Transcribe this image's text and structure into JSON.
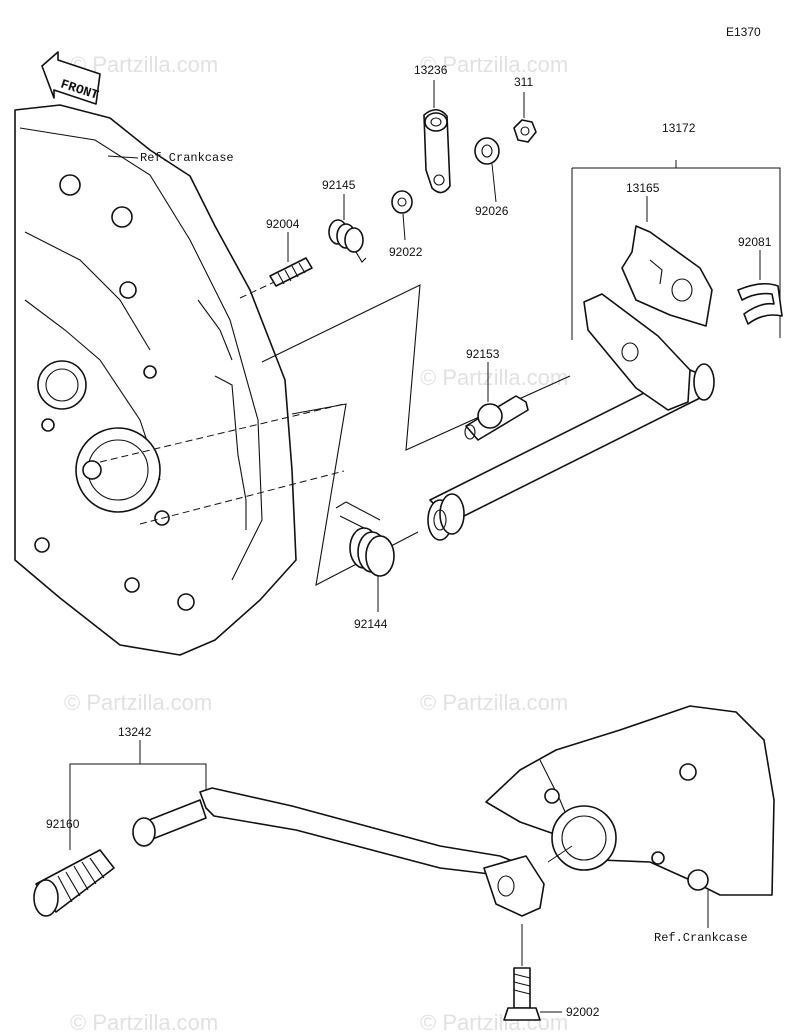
{
  "diagram_code": "E1370",
  "front_label": "FRONT",
  "ref_crankcase_top": "Ref.Crankcase",
  "ref_crankcase_bottom": "Ref.Crankcase",
  "watermark": "© Partzilla.com",
  "parts": {
    "p13236": "13236",
    "p311": "311",
    "p13172": "13172",
    "p92145": "92145",
    "p92004": "92004",
    "p92022": "92022",
    "p92026": "92026",
    "p13165": "13165",
    "p92081": "92081",
    "p92153": "92153",
    "p92144": "92144",
    "p13242": "13242",
    "p92160": "92160",
    "p92002": "92002"
  }
}
